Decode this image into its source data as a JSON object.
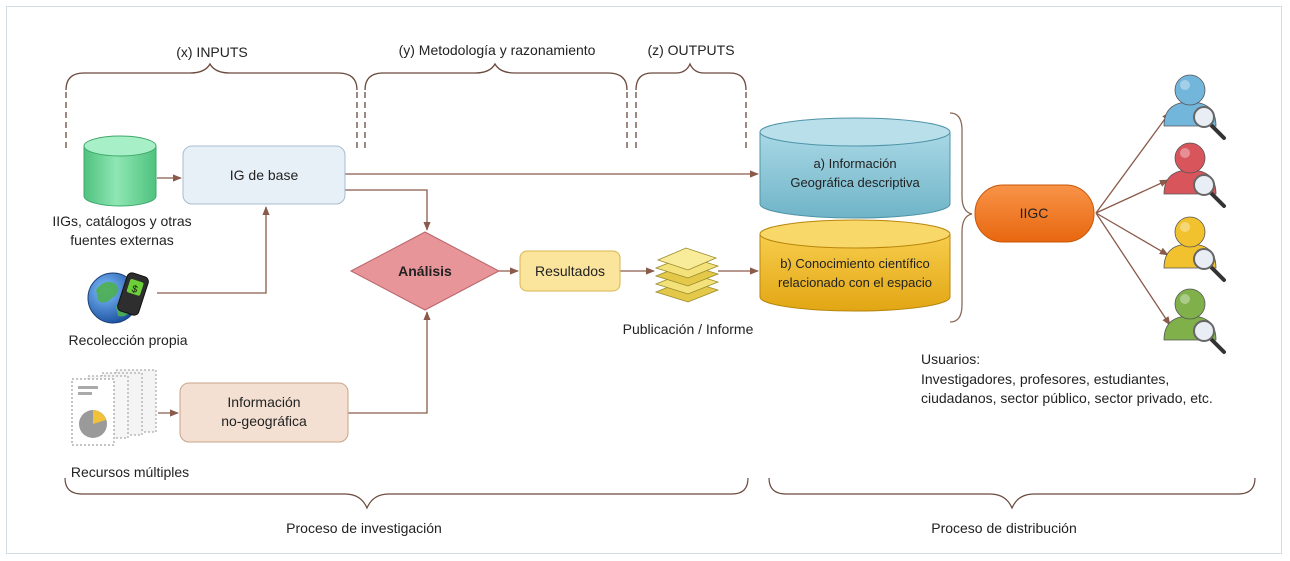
{
  "headers": {
    "inputs": "(x) INPUTS",
    "methodology": "(y) Metodología y razonamiento",
    "outputs": "(z) OUTPUTS"
  },
  "sources": {
    "external_line1": "IIGs, catálogos y otras",
    "external_line2": "fuentes externas",
    "own_collection": "Recolección propia",
    "multiple_resources": "Recursos múltiples"
  },
  "nodes": {
    "ig_base": "IG de base",
    "non_geo_line1": "Información",
    "non_geo_line2": "no-geográfica",
    "analysis": "Análisis",
    "results": "Resultados",
    "publication": "Publicación / Informe",
    "descriptive_line1": "a) Información",
    "descriptive_line2": "Geográfica descriptiva",
    "scientific_line1": "b) Conocimiento científico",
    "scientific_line2": "relacionado con el espacio",
    "iigc": "IIGC"
  },
  "users": {
    "title": "Usuarios:",
    "line1": "Investigadores, profesores, estudiantes,",
    "line2": "ciudadanos, sector público, sector privado, etc."
  },
  "phases": {
    "research": "Proceso de investigación",
    "distribution": "Proceso de distribución"
  },
  "colors": {
    "ig_base_fill": "#e7eff7",
    "non_geo_fill": "#f3e0d2",
    "analysis_fill": "#e8959a",
    "results_fill": "#fbe49c",
    "descriptive_fill": "#8cc6d6",
    "scientific_fill": "#eeb82a",
    "iigc_fill": "#f37a22",
    "connector": "#8a5a4a",
    "db_green": "#72d99e"
  },
  "user_icon_colors": [
    "#73b6dc",
    "#d9555c",
    "#f2c22e",
    "#7fb04a"
  ]
}
